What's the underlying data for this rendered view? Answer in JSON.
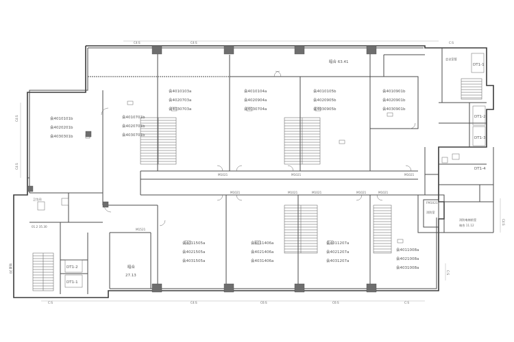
{
  "grid_top": [
    "C4:S",
    "C4:S"
  ],
  "grid_left": [
    "C4:S",
    "C4:S"
  ],
  "grid_bottom": [
    "C:S",
    "C4:S",
    "C6:S",
    "C6:S",
    "C:S"
  ],
  "grid_right": [
    "C:S",
    "C4:S"
  ],
  "grid_right_top": "C:S",
  "room_top_center": "暗合 63.41",
  "room_units": {
    "r1": [
      "会4010101b",
      "会4020201b",
      "会4030301b"
    ],
    "r2": [
      "会4010701b",
      "会4020701b",
      "会4030701b"
    ],
    "r3": [
      "会4010103a",
      "会4020703a",
      "会4030703a"
    ],
    "r4": [
      "会4010104a",
      "会4020904a",
      "会4030704a"
    ],
    "r5": [
      "会4010105b",
      "会4020905b",
      "会4030905b"
    ],
    "r6": [
      "会4010901b",
      "会4020901b",
      "会4030901b"
    ],
    "r7": [
      "会4011505a",
      "会4021505a",
      "会4031505a"
    ],
    "r8": [
      "会4011406a",
      "会4021406a",
      "会4031406a"
    ],
    "r9": [
      "会4011207a",
      "会4021207a",
      "会4031207a"
    ],
    "r10": [
      "会4011008a",
      "会4021008a",
      "会4031008a"
    ]
  },
  "room_left_bottom": [
    "暗合",
    "27.13"
  ],
  "elevators": [
    "DT1-1",
    "DT1-2",
    "DT1-3",
    "DT1-4",
    "DT1-2",
    "DT1-1"
  ],
  "small_labels": {
    "stair_top_right": "会议室管",
    "lobby_right": "消防电梯前室",
    "lobby_right_area": "暗合 11.12",
    "left_small": "01.2 35.30",
    "left_side": "坡道 20",
    "room_fire": "消防室",
    "wc": "卫生间"
  },
  "door_tags": [
    "M1021",
    "M1021",
    "M1021",
    "M1021",
    "M1021",
    "M1021",
    "M1021",
    "M1021",
    "M1521",
    "FM1021"
  ]
}
